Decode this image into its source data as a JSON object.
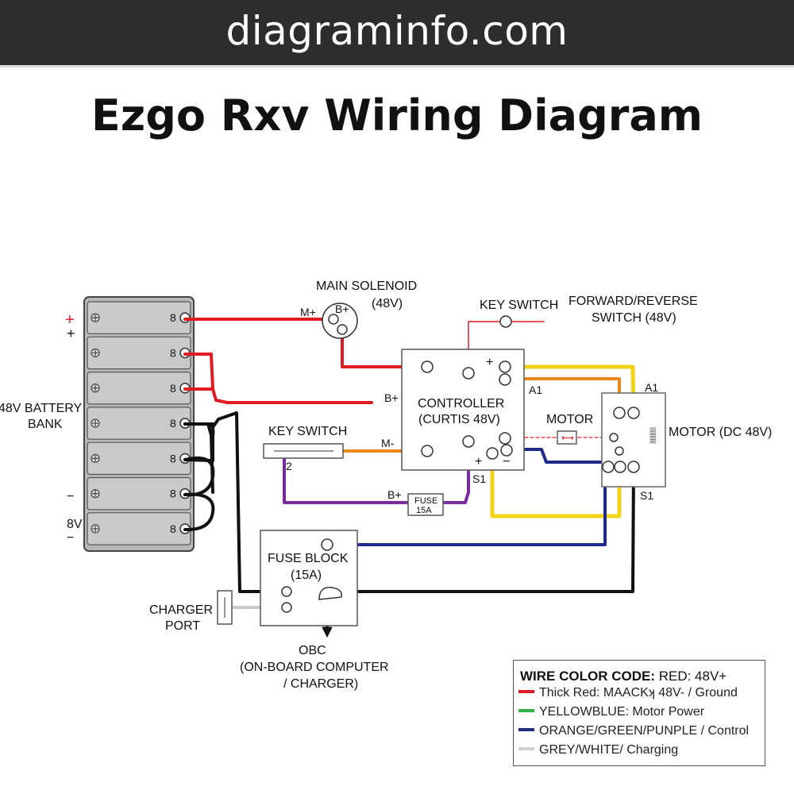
{
  "banner": {
    "site": "diagraminfo.com"
  },
  "title": "Ezgo Rxv Wiring Diagram",
  "battery": {
    "label_line1": "48V BATTERY",
    "label_line2": "BANK",
    "plus_red": "+",
    "plus_black": "+",
    "minus_top": "−",
    "bottom_label": "8V",
    "minus_bottom": "−",
    "cell_label": "8",
    "cell_count": 7
  },
  "main_solenoid": {
    "line1": "MAIN SOLENOID",
    "line2": "(48V)",
    "m_plus": "M+",
    "b_plus": "B+"
  },
  "key_switch_top": {
    "label": "KEY SWITCH"
  },
  "fr_switch": {
    "line1": "FORWARD/REVERSE",
    "line2": "SWITCH (48V)",
    "a1": "A1"
  },
  "controller": {
    "line1": "CONTROLLER",
    "line2": "(CURTIS 48V)",
    "b_plus": "B+",
    "m_minus": "M-",
    "plus_top": "+",
    "a1": "A1",
    "plus_bottom": "+",
    "minus_bottom": "−",
    "s1": "S1"
  },
  "motor_label": "MOTOR",
  "motor": {
    "label": "MOTOR (DC 48V)",
    "s1": "S1"
  },
  "key_switch_left": {
    "label": "KEY SWITCH",
    "num": "2"
  },
  "inline_fuse": {
    "b_plus": "B+",
    "line1": "FUSE",
    "line2": "15A"
  },
  "fuse_block": {
    "line1": "FUSE BLOCK",
    "line2": "(15A)"
  },
  "charger_port": {
    "line1": "CHARGER",
    "line2": "PORT"
  },
  "obc": {
    "line1": "OBC",
    "line2": "(ON-BOARD COMPUTER",
    "line3": "/ CHARGER)"
  },
  "legend": {
    "title_bold": "WIRE COLOR CODE:",
    "title_rest": " RED: 48V+",
    "rows": [
      {
        "text": "Thick Red: MAACKʞ 48V- / Ground",
        "color": "#e01b24"
      },
      {
        "text": "YELLOWBLUE: Motor Power",
        "color": "#2fb344"
      },
      {
        "text": "ORANGE/GREEN/PUNPLE / Control",
        "color": "#1f2a8a"
      },
      {
        "text": "GREY/WHITE/ Charging",
        "color": "#cfcfcf"
      }
    ]
  },
  "colors": {
    "red": "#e01b24",
    "black": "#111111",
    "yellow": "#f2d414",
    "orange": "#e8891a",
    "blue": "#1f2a8a",
    "purple": "#7a2aa0",
    "grey": "#c8c8c8"
  }
}
